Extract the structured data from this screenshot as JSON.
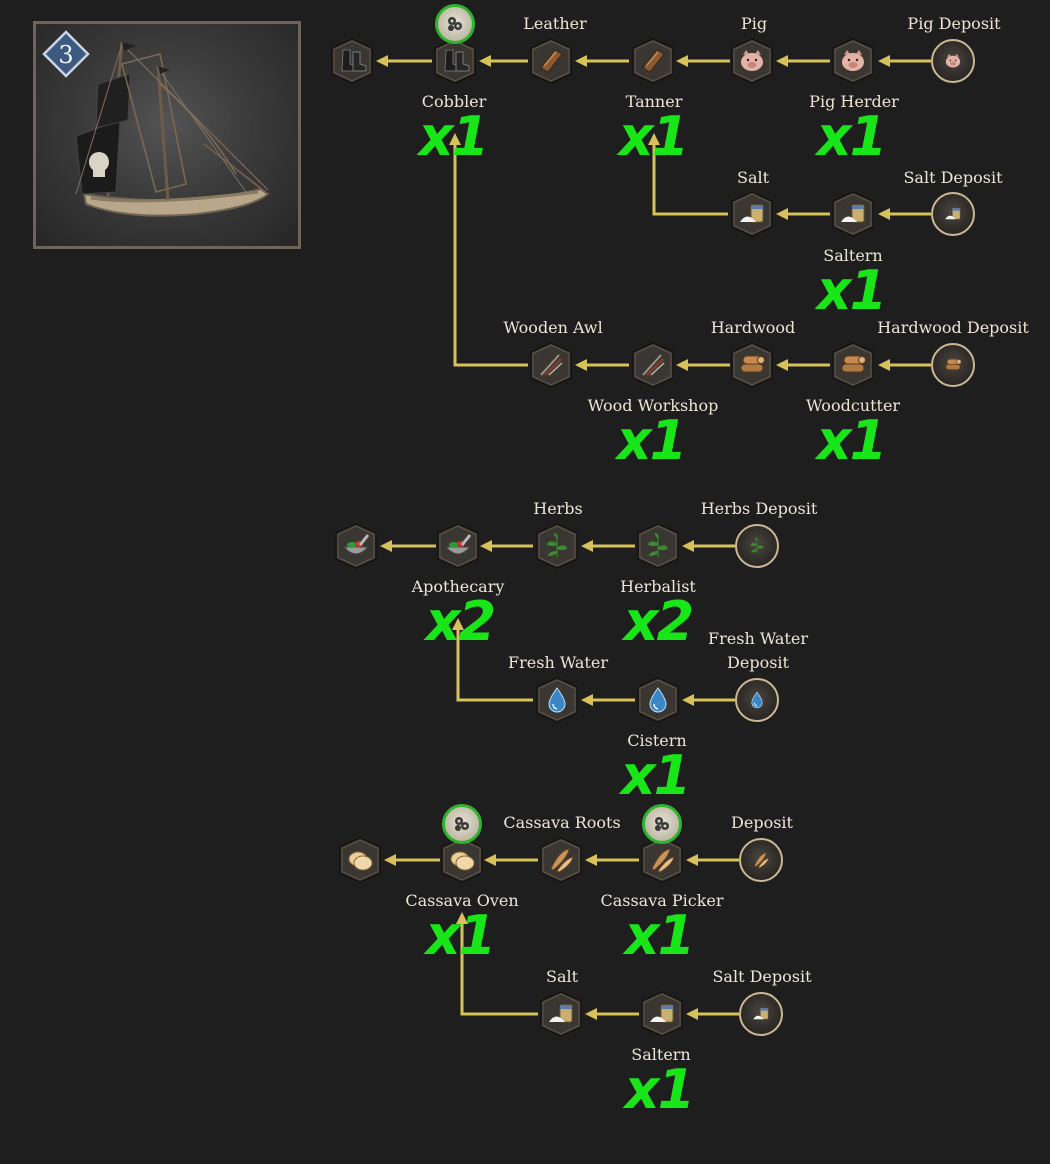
{
  "ship": {
    "tier": "3",
    "icon": "pirate-sloop-icon"
  },
  "chains": {
    "c1": {
      "leather": "Leather",
      "pig": "Pig",
      "pig_deposit": "Pig Deposit",
      "cobbler": "Cobbler",
      "tanner": "Tanner",
      "pig_herder": "Pig Herder",
      "cobbler_count": "x1",
      "tanner_count": "x1",
      "pig_herder_count": "x1",
      "salt": "Salt",
      "salt_deposit": "Salt Deposit",
      "saltern": "Saltern",
      "saltern_count": "x1",
      "wooden_awl": "Wooden Awl",
      "hardwood": "Hardwood",
      "hardwood_deposit": "Hardwood Deposit",
      "wood_workshop": "Wood Workshop",
      "woodcutter": "Woodcutter",
      "wood_workshop_count": "x1",
      "woodcutter_count": "x1"
    },
    "c2": {
      "herbs": "Herbs",
      "herbs_deposit": "Herbs Deposit",
      "apothecary": "Apothecary",
      "herbalist": "Herbalist",
      "apothecary_count": "x2",
      "herbalist_count": "x2",
      "fresh_water": "Fresh Water",
      "fresh_water_deposit_1": "Fresh Water",
      "fresh_water_deposit_2": "Deposit",
      "cistern": "Cistern",
      "cistern_count": "x1"
    },
    "c3": {
      "cassava_roots": "Cassava Roots",
      "deposit": "Deposit",
      "cassava_oven": "Cassava Oven",
      "cassava_picker": "Cassava Picker",
      "cassava_oven_count": "x1",
      "cassava_picker_count": "x1",
      "salt": "Salt",
      "salt_deposit": "Salt Deposit",
      "saltern": "Saltern",
      "saltern_count": "x1"
    }
  },
  "colors": {
    "arrow": "#d8c05a",
    "count": "#19e619",
    "badge_ring": "#2fb42f"
  }
}
